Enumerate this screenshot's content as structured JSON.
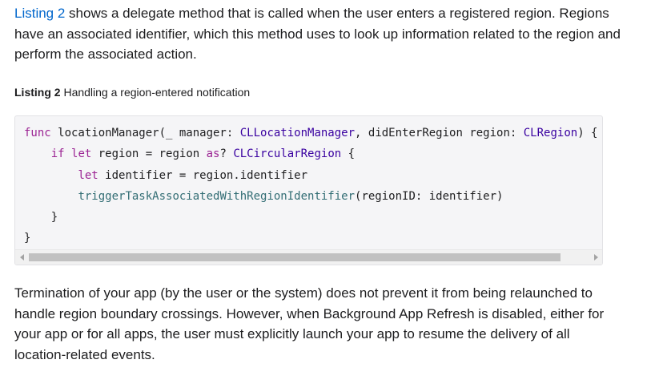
{
  "intro": {
    "link_text": "Listing 2",
    "text": " shows a delegate method that is called when the user enters a registered region. Regions have an associated identifier, which this method uses to look up information related to the region and perform the associated action."
  },
  "caption": {
    "label": "Listing 2",
    "text": " Handling a region-entered notification"
  },
  "code": {
    "lines": [
      "func locationManager(_ manager: CLLocationManager, didEnterRegion region: CLRegion) {",
      "    if let region = region as? CLCircularRegion {",
      "        let identifier = region.identifier",
      "        triggerTaskAssociatedWithRegionIdentifier(regionID: identifier)",
      "    }",
      "}"
    ]
  },
  "scroll": {
    "left_icon": "triangle-left-icon",
    "right_icon": "triangle-right-icon",
    "arrow_color": "#a3a3a3",
    "thumb_color": "#c1c1c1"
  },
  "termination": {
    "text": "Termination of your app (by the user or the system) does not prevent it from being relaunched to handle region boundary crossings. However, when Background App Refresh is disabled, either for your app or for all apps, the user must explicitly launch your app to resume the delivery of all location-related events."
  },
  "colors": {
    "link": "#0066cc",
    "keyword": "#9b2393",
    "type": "#3900a0",
    "function": "#326d74",
    "code_background": "#f5f5f7"
  }
}
